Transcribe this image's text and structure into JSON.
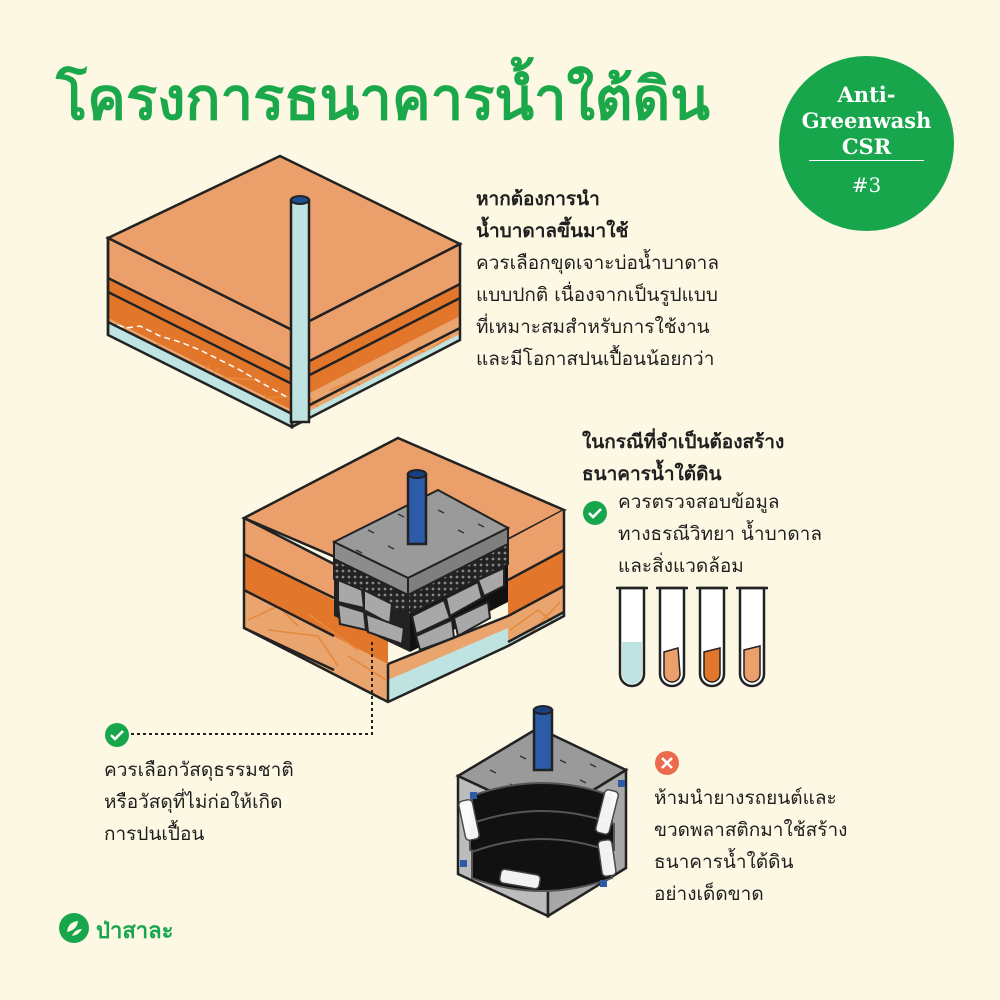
{
  "title": "โครงการธนาคารน้ำใต้ดิน",
  "badge": {
    "lines": [
      "Anti-",
      "Greenwash",
      "CSR"
    ],
    "number": "#3"
  },
  "section1": {
    "heading": [
      "หากต้องการนำ",
      "น้ำบาดาลขึ้นมาใช้"
    ],
    "body": [
      "ควรเลือกขุดเจาะบ่อน้ำบาดาล",
      "แบบปกติ เนื่องจากเป็นรูปแบบ",
      "ที่เหมาะสมสำหรับการใช้งาน",
      "และมีโอกาสปนเปื้อนน้อยกว่า"
    ]
  },
  "section2": {
    "heading": [
      "ในกรณีที่จำเป็นต้องสร้าง",
      "ธนาคารน้ำใต้ดิน"
    ],
    "check_text": [
      "ควรตรวจสอบข้อมูล",
      "ทางธรณีวิทยา น้ำบาดาล",
      "และสิ่งแวดล้อม"
    ]
  },
  "section3": {
    "text": [
      "ควรเลือกวัสดุธรรมชาติ",
      "หรือวัสดุที่ไม่ก่อให้เกิด",
      "การปนเปื้อน"
    ]
  },
  "section4": {
    "text": [
      "ห้ามนำยางรถยนต์และ",
      "ขวดพลาสติกมาใช้สร้าง",
      "ธนาคารน้ำใต้ดิน",
      "อย่างเด็ดขาด"
    ]
  },
  "logo": {
    "text": "ป่าสาละ"
  },
  "colors": {
    "green": "#17a64b",
    "bg": "#fdf8e4",
    "soil_light": "#eba06c",
    "soil_dark": "#e2772c",
    "water": "#bfe3e0",
    "red": "#ec6b4c",
    "pipe_blue": "#2c5ba8"
  }
}
